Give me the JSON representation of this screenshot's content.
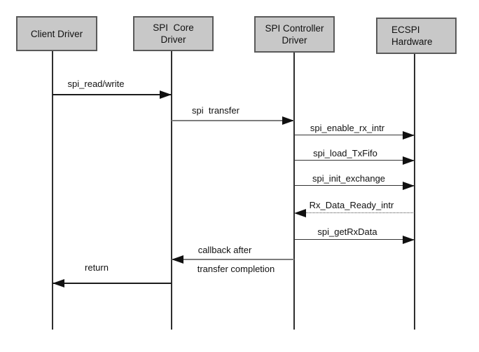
{
  "diagram": {
    "type": "sequence-diagram",
    "subject": "SPI read/write transaction flow",
    "colors": {
      "background": "#ffffff",
      "actor_fill": "#c8c8c8",
      "actor_border": "#5a5a5a",
      "arrow_black": "#1c1c1c",
      "arrow_gray": "#7d7d7d",
      "text": "#111111"
    },
    "actors": [
      {
        "id": "client-driver",
        "label": "Client Driver"
      },
      {
        "id": "spi-core-driver",
        "label": "SPI  Core\nDriver"
      },
      {
        "id": "spi-controller-driver",
        "label": "SPI Controller\nDriver"
      },
      {
        "id": "ecspi-hardware",
        "label": "ECSPI\nHardware"
      }
    ],
    "messages": [
      {
        "label": "spi_read/write",
        "from": "Client Driver",
        "to": "SPI  Core Driver",
        "line": "solid-black"
      },
      {
        "label": "spi  transfer",
        "from": "SPI  Core Driver",
        "to": "SPI Controller Driver",
        "line": "solid-gray"
      },
      {
        "label": "spi_enable_rx_intr",
        "from": "SPI Controller Driver",
        "to": "ECSPI Hardware",
        "line": "solid-black"
      },
      {
        "label": "spi_load_TxFifo",
        "from": "SPI Controller Driver",
        "to": "ECSPI Hardware",
        "line": "solid-black"
      },
      {
        "label": "spi_init_exchange",
        "from": "SPI Controller Driver",
        "to": "ECSPI Hardware",
        "line": "solid-black"
      },
      {
        "label": "Rx_Data_Ready_intr",
        "from": "ECSPI Hardware",
        "to": "SPI Controller Driver",
        "line": "dotted"
      },
      {
        "label": "spi_getRxData",
        "from": "SPI Controller Driver",
        "to": "ECSPI Hardware",
        "line": "solid-black"
      },
      {
        "label_above": "callback after",
        "label_below": "transfer completion",
        "from": "SPI Controller Driver",
        "to": "SPI  Core Driver",
        "line": "solid-gray"
      },
      {
        "label": "return",
        "from": "SPI  Core Driver",
        "to": "Client Driver",
        "line": "solid-black"
      }
    ]
  }
}
